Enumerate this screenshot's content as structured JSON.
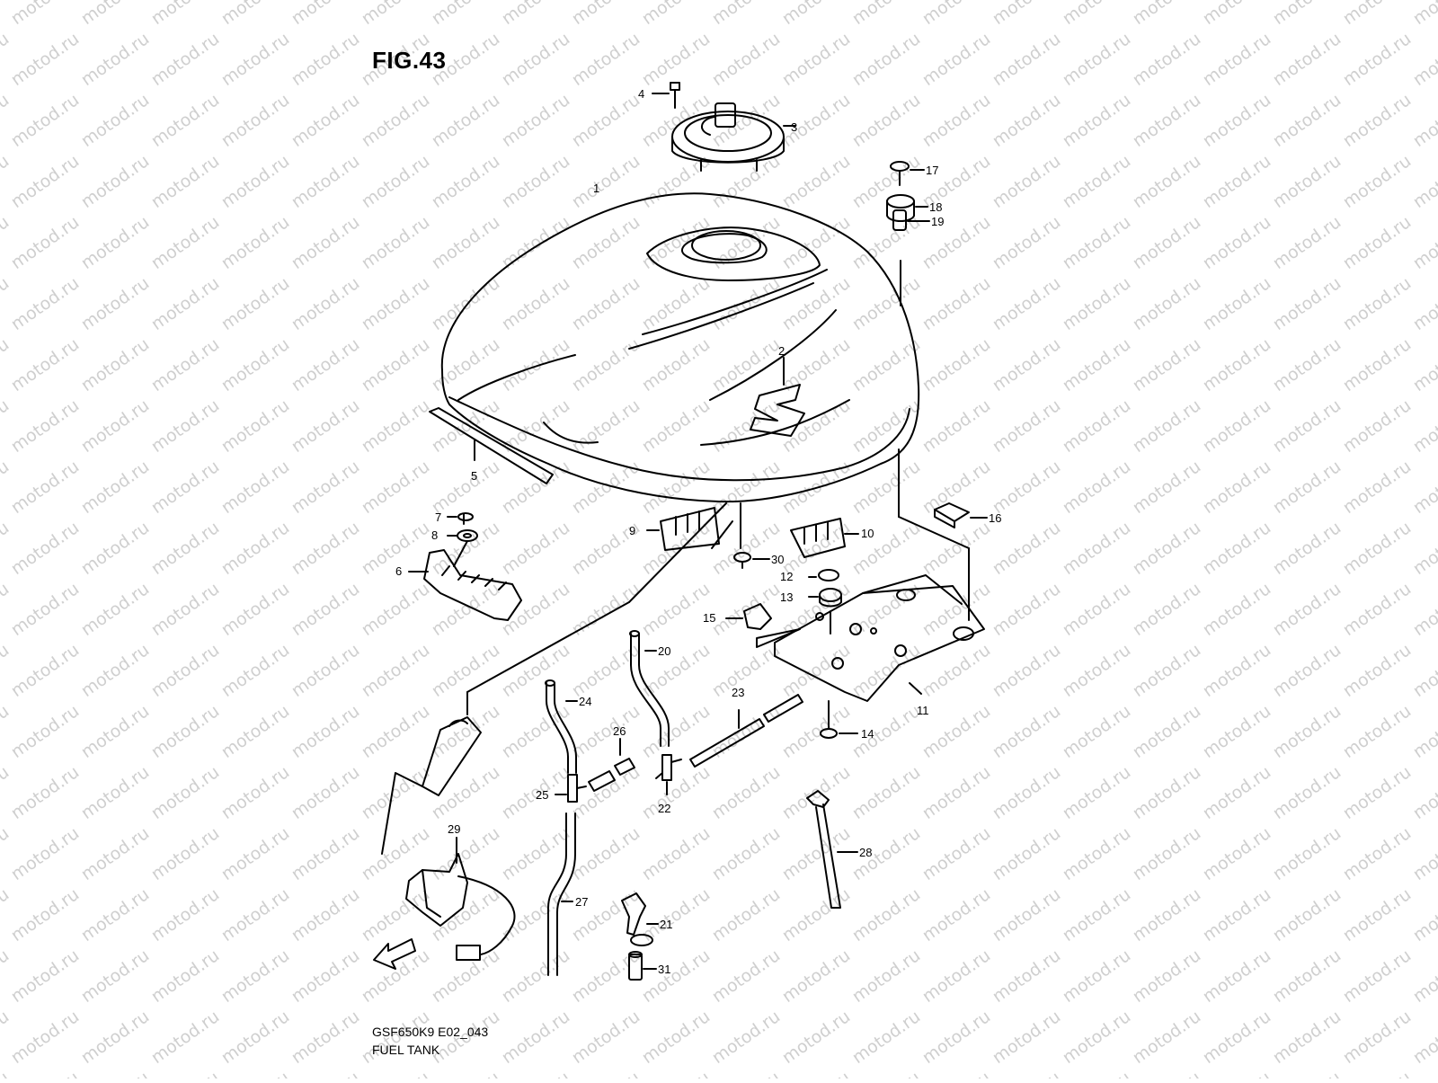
{
  "watermark": "motod.ru",
  "figure": {
    "title": "FIG.43",
    "model_code": "GSF650K9 E02_043",
    "name": "FUEL TANK",
    "direction_label": "FWD"
  },
  "parts": {
    "p1": "1",
    "p2": "2",
    "p3": "3",
    "p4": "4",
    "p5": "5",
    "p6": "6",
    "p7": "7",
    "p8": "8",
    "p9": "9",
    "p10": "10",
    "p11": "11",
    "p12": "12",
    "p13": "13",
    "p14": "14",
    "p15": "15",
    "p16": "16",
    "p17": "17",
    "p18": "18",
    "p19": "19",
    "p20": "20",
    "p21": "21",
    "p22": "22",
    "p23": "23",
    "p24": "24",
    "p25": "25",
    "p26": "26",
    "p27": "27",
    "p28": "28",
    "p29": "29",
    "p30": "30",
    "p31": "31"
  },
  "colors": {
    "line": "#000000",
    "watermark": "#cfcfcf",
    "background": "#ffffff"
  }
}
